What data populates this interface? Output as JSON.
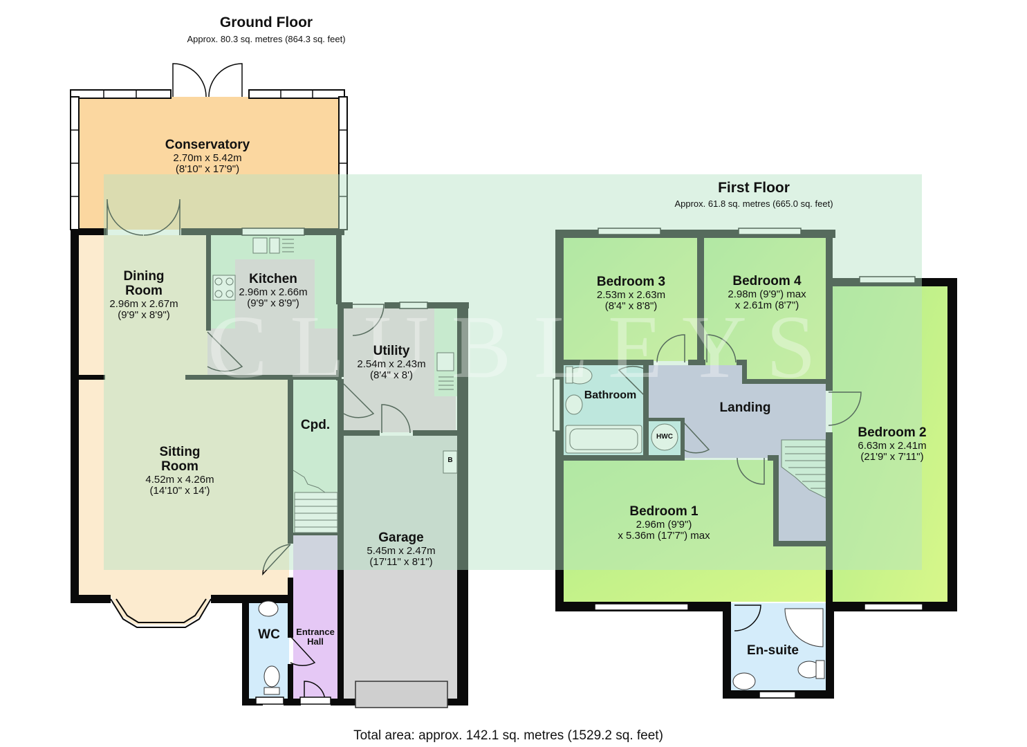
{
  "colors": {
    "wall": "#0a0a0a",
    "conservatory": "#fbd7a0",
    "dining_sitting": "#fcebcf",
    "kitchen_utility_hall": "#e9d2df",
    "kitchen_fittings": "#d8f0d8",
    "cupboard": "#dcf0dc",
    "entrance_hall": "#e5c8f5",
    "wc": "#d3ecfb",
    "garage": "#d6d6d6",
    "bedroom_light": "#b0ec8a",
    "bedroom_gradient_end": "#d8f78a",
    "landing": "#cbbbea",
    "bathroom": "#c6ebf2",
    "ensuite": "#d4ecfa",
    "watermark": "#b4e2c4"
  },
  "ground_floor": {
    "title": "Ground Floor",
    "area": "Approx. 80.3 sq. metres (864.3 sq. feet)",
    "rooms": {
      "conservatory": {
        "name": "Conservatory",
        "dim1": "2.70m x 5.42m",
        "dim2": "(8'10\" x 17'9\")"
      },
      "dining_room": {
        "name": "Dining\nRoom",
        "dim1": "2.96m x 2.67m",
        "dim2": "(9'9\" x 8'9\")"
      },
      "kitchen": {
        "name": "Kitchen",
        "dim1": "2.96m x 2.66m",
        "dim2": "(9'9\" x 8'9\")"
      },
      "utility": {
        "name": "Utility",
        "dim1": "2.54m x 2.43m",
        "dim2": "(8'4\" x 8')"
      },
      "cupboard": {
        "name": "Cpd."
      },
      "sitting_room": {
        "name": "Sitting\nRoom",
        "dim1": "4.52m x 4.26m",
        "dim2": "(14'10\" x 14')"
      },
      "garage": {
        "name": "Garage",
        "dim1": "5.45m x 2.47m",
        "dim2": "(17'11\" x 8'1\")"
      },
      "boiler": {
        "name": "B"
      },
      "wc": {
        "name": "WC"
      },
      "entrance_hall": {
        "name": "Entrance\nHall"
      }
    }
  },
  "first_floor": {
    "title": "First Floor",
    "area": "Approx. 61.8 sq. metres (665.0 sq. feet)",
    "rooms": {
      "bedroom3": {
        "name": "Bedroom 3",
        "dim1": "2.53m x 2.63m",
        "dim2": "(8'4\" x 8'8\")"
      },
      "bedroom4": {
        "name": "Bedroom 4",
        "dim1": "2.98m (9'9\") max",
        "dim2": "x 2.61m (8'7\")"
      },
      "bathroom": {
        "name": "Bathroom"
      },
      "landing": {
        "name": "Landing"
      },
      "hwc": {
        "name": "HWC"
      },
      "bedroom2": {
        "name": "Bedroom 2",
        "dim1": "6.63m x 2.41m",
        "dim2": "(21'9\" x 7'11\")"
      },
      "bedroom1": {
        "name": "Bedroom 1",
        "dim1": "2.96m (9'9\")",
        "dim2": "x 5.36m (17'7\") max"
      },
      "ensuite": {
        "name": "En-suite"
      }
    }
  },
  "total_area": "Total area: approx. 142.1 sq. metres (1529.2 sq. feet)",
  "watermark_icon": "agent-logo-watermark"
}
